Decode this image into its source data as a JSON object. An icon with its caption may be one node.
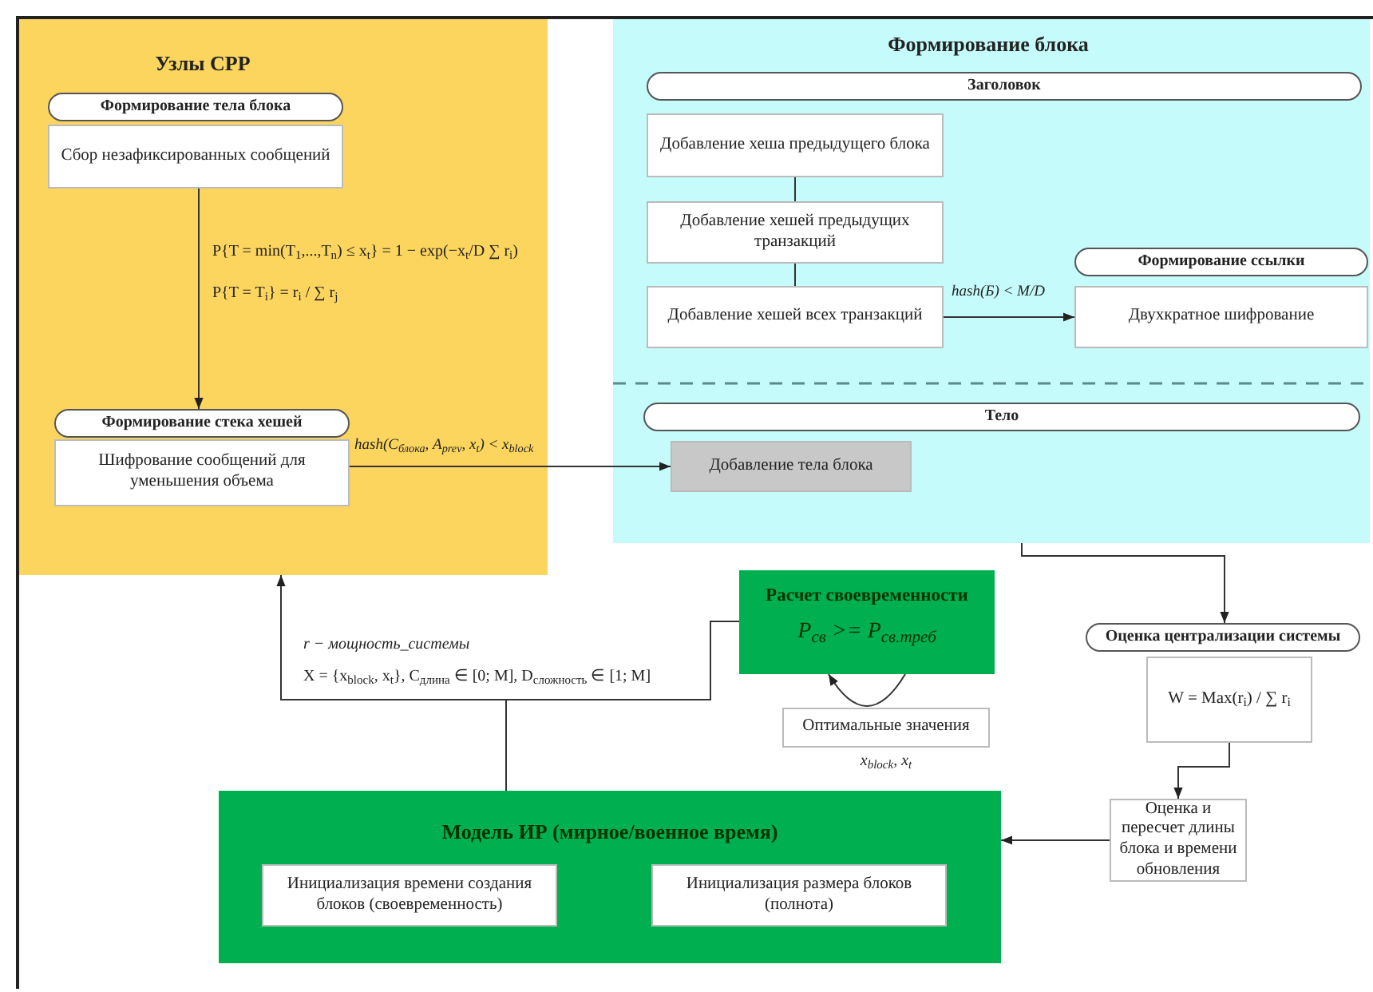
{
  "diagram": {
    "nodes": [
      {
        "text": [
          "Узлы СРР"
        ]
      },
      {
        "text": [
          "Формирование тела блока"
        ],
        "in": 0
      },
      {
        "text": [
          "Сбор незафиксированных сообщений"
        ],
        "in": 0
      },
      {
        "text": [
          "Формирование стека хешей"
        ],
        "in": 0
      },
      {
        "text": [
          "Шифрование сообщений для уменьшения объема"
        ],
        "in": 0
      },
      {
        "text": [
          "Формирование блока"
        ]
      },
      {
        "text": [
          "Заголовок"
        ],
        "in": 5
      },
      {
        "text": [
          "Добавление хеша предыдущего блока"
        ],
        "in": 5
      },
      {
        "text": [
          "Добавление хешей предыдущих транзакций"
        ],
        "in": 5
      },
      {
        "text": [
          "Добавление хешей всех транзакций"
        ],
        "in": 5
      },
      {
        "text": [
          "Формирование ссылки"
        ],
        "in": 5
      },
      {
        "text": [
          "Двухкратное шифрование"
        ],
        "in": 5
      },
      {
        "text": [
          "Тело"
        ],
        "in": 5
      },
      {
        "text": [
          "Добавление тела блока"
        ],
        "in": 5
      },
      {
        "text": [
          "Расчет своевременности",
          "P$_{св}$ >= P$_{св.треб}$"
        ]
      },
      {
        "text": [
          "Оптимальные значения"
        ],
        "beside": [
          "x$_{block}$, x$_{t}$"
        ]
      },
      {
        "text": [
          "Оценка централизации системы"
        ]
      },
      {
        "text": [
          "W = Max(r$_{i}$) / ∑ r$_{i}$"
        ]
      },
      {
        "text": [
          "Оценка и пересчет длины блока и времени обновления"
        ]
      },
      {
        "text": [
          "Модель ИР (мирное/военное время)"
        ]
      },
      {
        "text": [
          "Инициализация времени создания блоков (своевременность)"
        ],
        "in": 19
      },
      {
        "text": [
          "Инициализация размера блоков (полнота)"
        ],
        "in": 19
      }
    ],
    "edges": [
      {
        "from": 2,
        "to": 3,
        "arrow": "to"
      },
      {
        "from": 4,
        "to": 13,
        "arrow": "to",
        "label": "hash(C$_{блока}$, A$_{prev}$, x$_{t}$) < x$_{block}$"
      },
      {
        "from": 7,
        "to": 8,
        "arrow": "none"
      },
      {
        "from": 8,
        "to": 9,
        "arrow": "none"
      },
      {
        "from": 9,
        "to": 11,
        "arrow": "to",
        "label": "hash(Б) < M/D"
      },
      {
        "from": 5,
        "to": 16,
        "arrow": "to"
      },
      {
        "from": 17,
        "to": 18,
        "arrow": "to"
      },
      {
        "from": 18,
        "to": 19,
        "arrow": "to"
      },
      {
        "from": 19,
        "to": 0,
        "arrow": "to"
      },
      {
        "from": 19,
        "to": 14,
        "arrow": "none"
      },
      {
        "from": 14,
        "to": 14,
        "arrow": "to"
      }
    ],
    "labels": [
      "P{T = min(T$_{1}$,...,T$_{n}$) ≤ x$_{t}$} = 1 − exp(−x$_{t}$/D ∑ r$_{i}$)",
      "P{T = T$_{i}$} = r$_{i}$ / ∑ r$_{j}$",
      "r − мощность_системы",
      "X = {x$_{block}$, x$_{t}$}, C$_{длина}$ ∈ [0; M], D$_{сложность}$ ∈ [1; M]"
    ]
  }
}
